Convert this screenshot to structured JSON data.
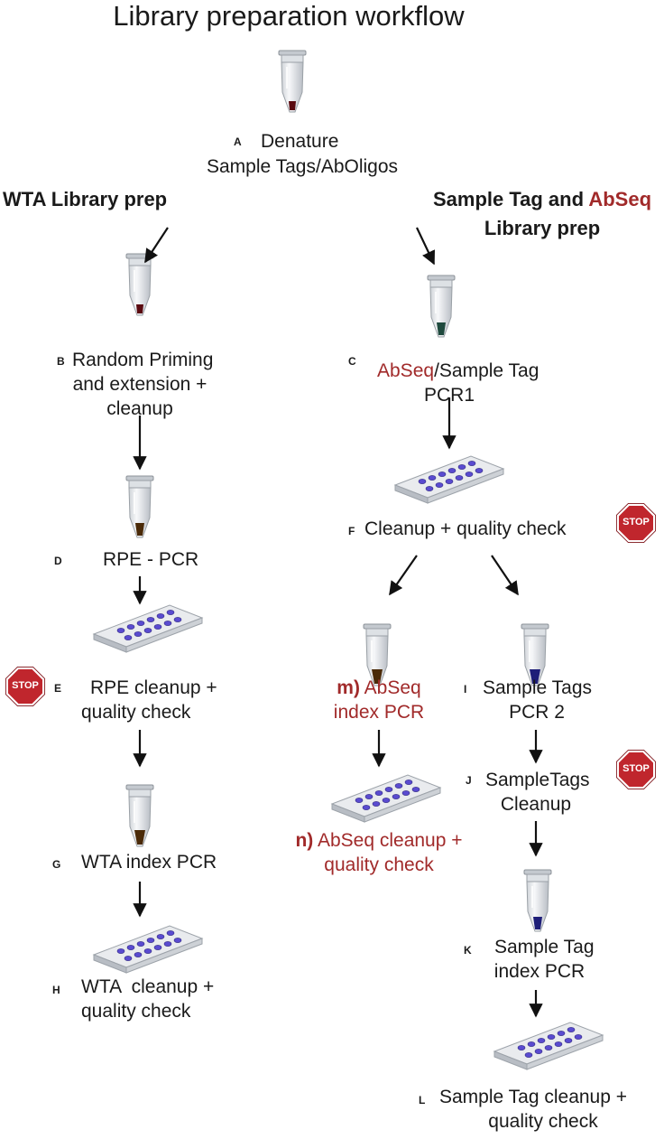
{
  "title": "Library preparation workflow",
  "left_header": "WTA Library prep",
  "right_header": {
    "part1": "Sample Tag and ",
    "part2": "AbSeq",
    "line2": "Library prep"
  },
  "stop_text": "STOP",
  "steps": {
    "A": {
      "letter": "A",
      "line1": "Denature",
      "line2": "Sample Tags/AbOligos"
    },
    "B": {
      "letter": "B",
      "line1": "Random Priming",
      "line2": "and extension +",
      "line3": "cleanup"
    },
    "C": {
      "letter": "C",
      "line1a": "AbSeq",
      "line1b": "/Sample Tag",
      "line2": "PCR1"
    },
    "D": {
      "letter": "D",
      "line1": "RPE - PCR"
    },
    "E": {
      "letter": "E",
      "line1": "RPE cleanup +",
      "line2": "quality check"
    },
    "F": {
      "letter": "F",
      "line1": "Cleanup + quality check"
    },
    "G": {
      "letter": "G",
      "line1": "WTA index PCR"
    },
    "H": {
      "letter": "H",
      "line1": "WTA  cleanup +",
      "line2": "quality check"
    },
    "I": {
      "letter": "I",
      "line1": "Sample Tags",
      "line2": "PCR 2"
    },
    "J": {
      "letter": "J",
      "line1": "SampleTags",
      "line2": "Cleanup"
    },
    "K": {
      "letter": "K",
      "line1": "Sample Tag",
      "line2": "index PCR"
    },
    "L": {
      "letter": "L",
      "line1": "Sample Tag cleanup +",
      "line2": "quality check"
    },
    "m": {
      "prefix": "m)",
      "line1": " AbSeq",
      "line2": "index PCR"
    },
    "n": {
      "prefix": "n)",
      "line1": " AbSeq cleanup +",
      "line2": "quality check"
    }
  },
  "colors": {
    "accent_red": "#a12a2a",
    "stop_red": "#c0262d",
    "tube_red": "#5a0a10",
    "tube_green": "#1f4a3e",
    "tube_brown": "#4a2a08",
    "tube_blue": "#1e1e78",
    "plate_well": "#5a4bd0"
  }
}
